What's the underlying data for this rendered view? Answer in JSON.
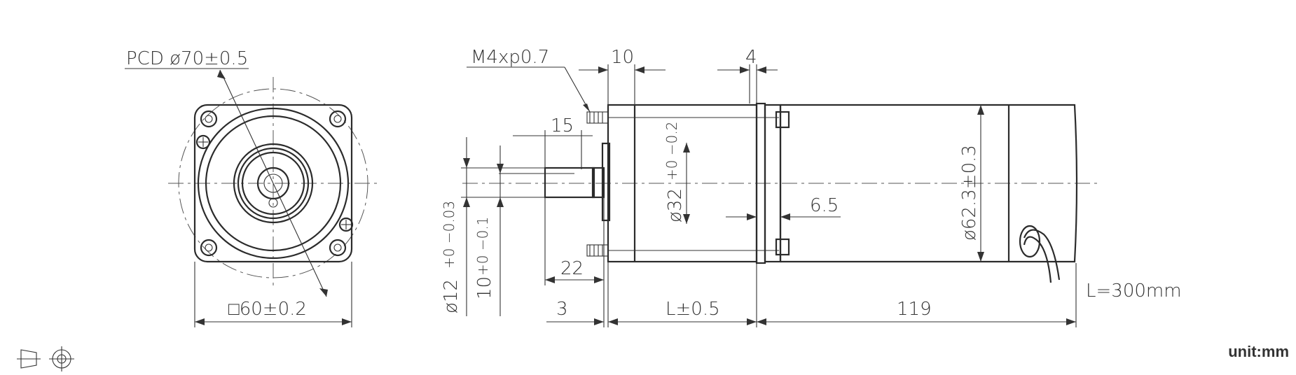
{
  "front_view": {
    "pcd_label": "PCD ø70±0.5",
    "square_label": "□60±0.2"
  },
  "side_view": {
    "thread_label": "M4xp0.7",
    "dim_10": "10",
    "dim_4": "4",
    "dim_15": "15",
    "dim_22": "22",
    "dim_3": "3",
    "dim_L": "L±0.5",
    "dim_119": "119",
    "dim_6_5": "6.5",
    "dia_32": "ø32",
    "dia_32_tol": "+0 −0.2",
    "dia_62": "ø62.3±0.3",
    "dia_12": "ø12",
    "dia_12_tol": "+0 −0.03",
    "dim_10_shaft": "10",
    "dim_10_shaft_tol": "+0 −0.1",
    "lead_length": "L=300mm"
  },
  "projection_symbol": "third-angle-projection-icon",
  "unit_label": "unit:mm"
}
